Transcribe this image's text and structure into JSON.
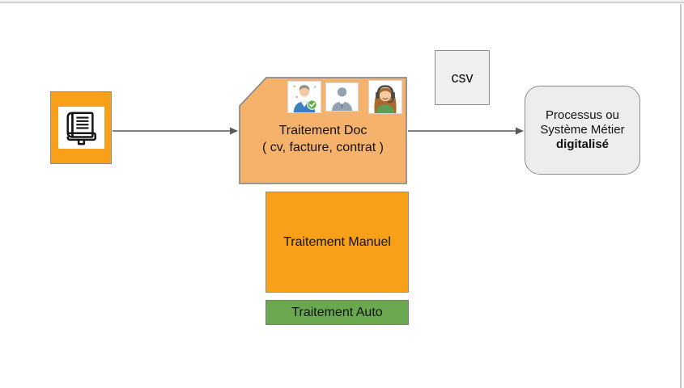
{
  "colors": {
    "orange": "#F9A01B",
    "light_orange": "#F6B26B",
    "green": "#6AA84F",
    "gray_fill": "#EFEFEF",
    "border_gray": "#8C8C8C",
    "arrow_gray": "#595959",
    "text": "#111111",
    "frame_line": "#D0D0D3",
    "frame_strip": "#F3F3F4"
  },
  "nodes": {
    "doc_source": {
      "icon": "book-icon"
    },
    "traitement_doc": {
      "title": "Traitement Doc",
      "subtitle": "( cv, facture, contrat )",
      "avatars": [
        "businessman-check-avatar",
        "person-silhouette-avatar",
        "support-agent-woman-avatar"
      ]
    },
    "csv": {
      "label": "csv"
    },
    "processus": {
      "line1": "Processus ou",
      "line2": "Système Métier",
      "line3": "digitalisé"
    },
    "traitement_manuel": {
      "label": "Traitement Manuel"
    },
    "traitement_auto": {
      "label": "Traitement Auto"
    }
  },
  "edges": [
    {
      "from": "doc-source",
      "to": "traitement-doc",
      "type": "arrow"
    },
    {
      "from": "traitement-doc",
      "to": "processus",
      "type": "arrow"
    }
  ]
}
